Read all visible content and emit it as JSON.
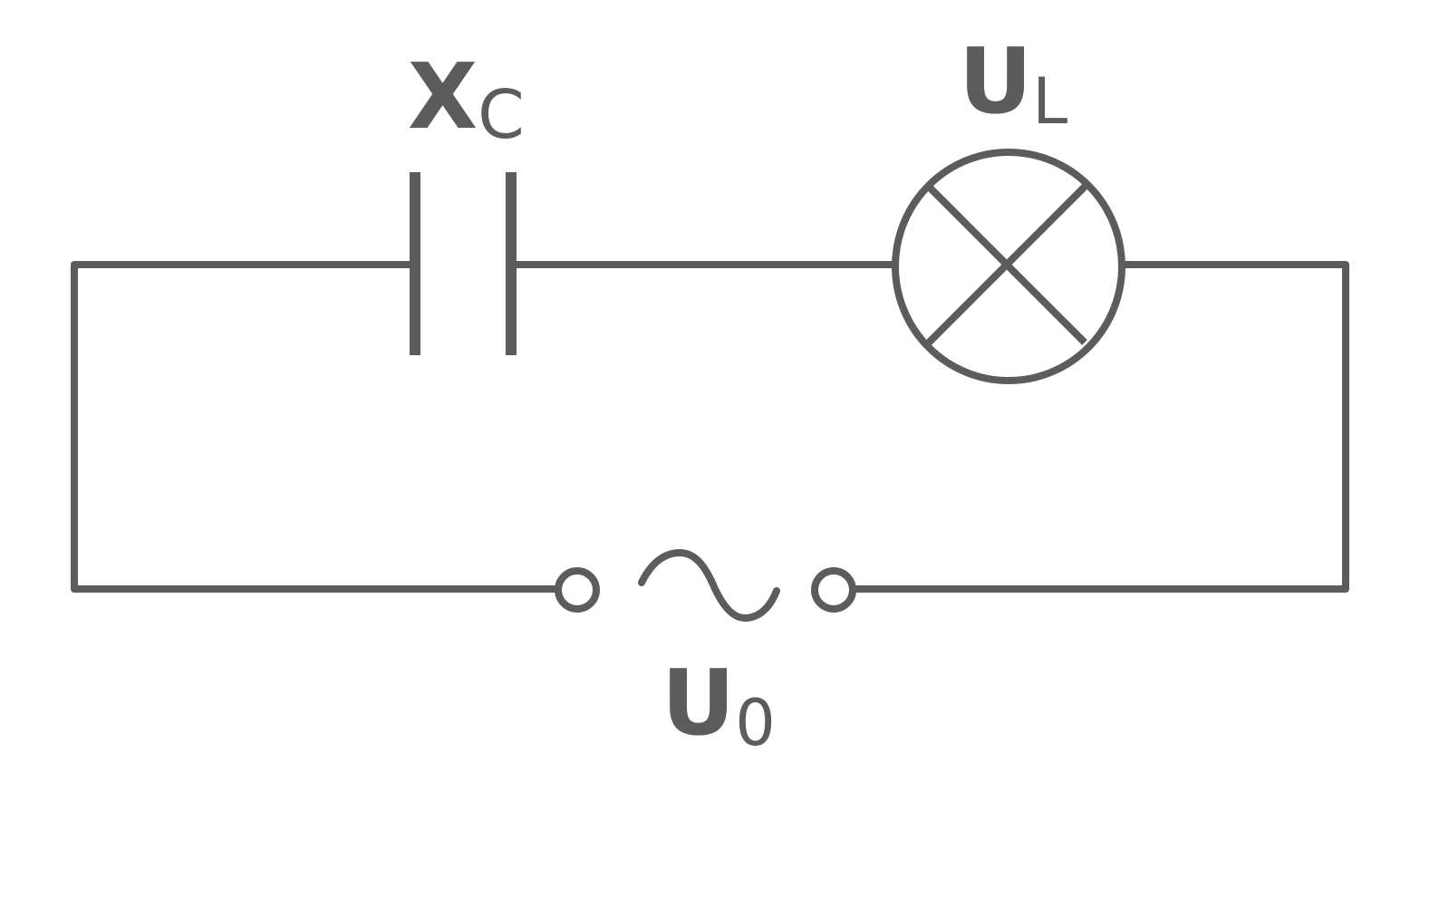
{
  "labels": {
    "capacitor": {
      "main": "X",
      "sub": "C"
    },
    "lamp": {
      "main": "U",
      "sub": "L"
    },
    "source": {
      "main": "U",
      "sub": "0"
    }
  },
  "colors": {
    "stroke": "#5c5c5c",
    "background": "#ffffff"
  },
  "icons": {
    "capacitor": "capacitor-symbol",
    "lamp": "lamp-symbol",
    "source": "ac-source-symbol"
  }
}
